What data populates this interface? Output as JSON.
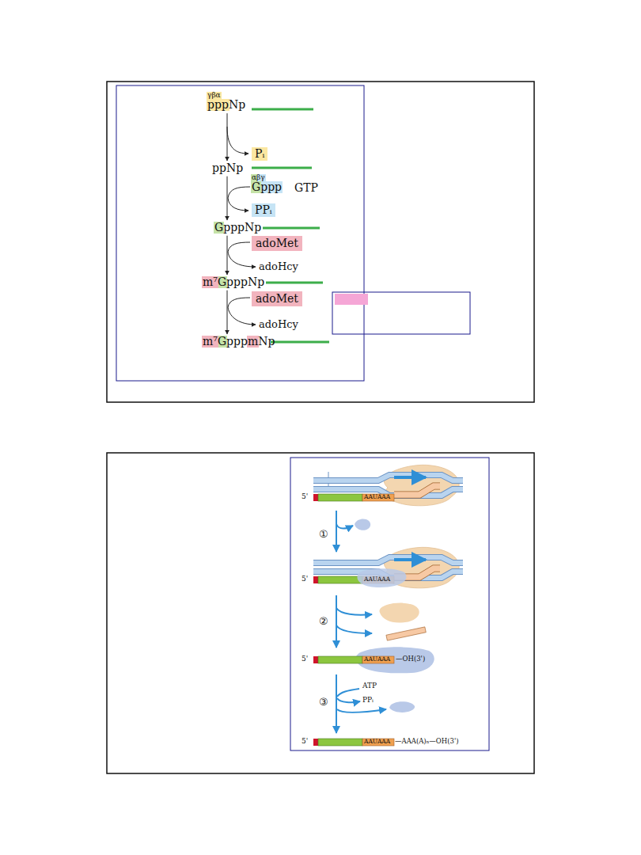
{
  "diagram": {
    "nodes": [
      {
        "text": [
          "γβα",
          "pppNp"
        ]
      },
      {
        "text": [
          "Pᵢ"
        ]
      },
      {
        "text": [
          "ppNp"
        ]
      },
      {
        "text": [
          "αβγ",
          "Gppp"
        ]
      },
      {
        "text": [
          "PPᵢ"
        ]
      },
      {
        "text": [
          "GpppNp"
        ]
      },
      {
        "text": [
          "adoMet"
        ]
      },
      {
        "text": [
          "m⁷GpppNp"
        ]
      },
      {
        "text": [
          "adoMet"
        ]
      },
      {
        "text": [
          "m⁷GpppmNp"
        ]
      }
    ],
    "edges": [
      {
        "from": 0,
        "to": 2,
        "arrow": "to"
      },
      {
        "from": 2,
        "to": 5,
        "arrow": "to"
      },
      {
        "from": 5,
        "to": 7,
        "arrow": "to"
      },
      {
        "from": 7,
        "to": 9,
        "arrow": "to"
      }
    ],
    "labels": [
      "GTP",
      "adoHcy",
      "adoHcy",
      "5'",
      "AAUAAA",
      "①",
      "5'",
      "AAUAAA",
      "②",
      "5'",
      "AAUAAA",
      "—OH(3')",
      "③",
      "ATP",
      "PPᵢ",
      "5'",
      "AAUAAA",
      "—AAA(A)ₙ—OH(3')"
    ]
  }
}
